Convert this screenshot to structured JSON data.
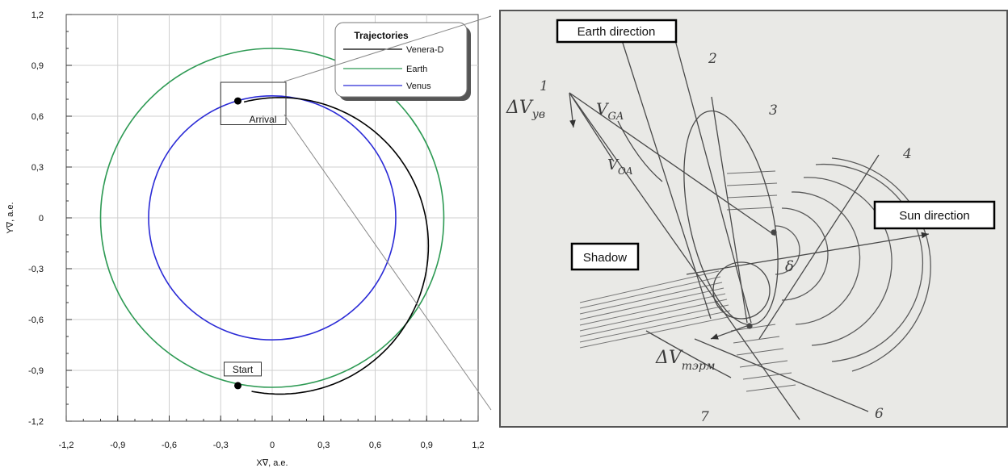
{
  "chart_data": {
    "type": "line",
    "xlabel": "X∇, a.e.",
    "ylabel": "Y∇, a.e.",
    "xlim": [
      -1.2,
      1.2
    ],
    "ylim": [
      -1.2,
      1.2
    ],
    "x_ticks": [
      "-1,2",
      "-0,9",
      "-0,6",
      "-0,3",
      "0",
      "0,3",
      "0,6",
      "0,9",
      "1,2"
    ],
    "y_ticks": [
      "1,2",
      "0,9",
      "0,6",
      "0,3",
      "0",
      "-0,3",
      "-0,6",
      "-0,9",
      "-1,2"
    ],
    "grid": true,
    "legend": {
      "title": "Trajectories",
      "placement": "top-right",
      "entries": [
        {
          "name": "Venera-D",
          "color": "#000000"
        },
        {
          "name": "Earth",
          "color": "#2e9a54"
        },
        {
          "name": "Venus",
          "color": "#2b2bd6"
        }
      ]
    },
    "series": [
      {
        "name": "Earth",
        "kind": "circle",
        "center": [
          0,
          0
        ],
        "radius": 1.0
      },
      {
        "name": "Venus",
        "kind": "circle",
        "center": [
          0,
          0
        ],
        "radius": 0.72
      },
      {
        "name": "Venera-D",
        "kind": "transfer-arc",
        "start": [
          -0.2,
          -0.99
        ],
        "arrival": [
          -0.2,
          0.69
        ]
      }
    ],
    "markers": [
      {
        "label": "Start",
        "x": -0.2,
        "y": -0.99
      },
      {
        "label": "Arrival",
        "x": -0.2,
        "y": 0.69
      }
    ],
    "zoom_box": {
      "x": [
        -0.3,
        0.08
      ],
      "y": [
        0.55,
        0.8
      ]
    }
  },
  "sketch": {
    "labels": {
      "earth_direction": "Earth direction",
      "sun_direction": "Sun direction",
      "shadow": "Shadow"
    },
    "numbers": [
      "1",
      "2",
      "3",
      "4",
      "6",
      "7"
    ],
    "symbols": {
      "dv_ub": "ΔV",
      "dv_ub_sub": "ув",
      "v_ga": "V",
      "v_ga_sub": "GA",
      "v_oa": "V",
      "v_oa_sub": "OA",
      "dv_term": "ΔV",
      "dv_term_sub": "тэрм",
      "delta": "δ"
    }
  }
}
